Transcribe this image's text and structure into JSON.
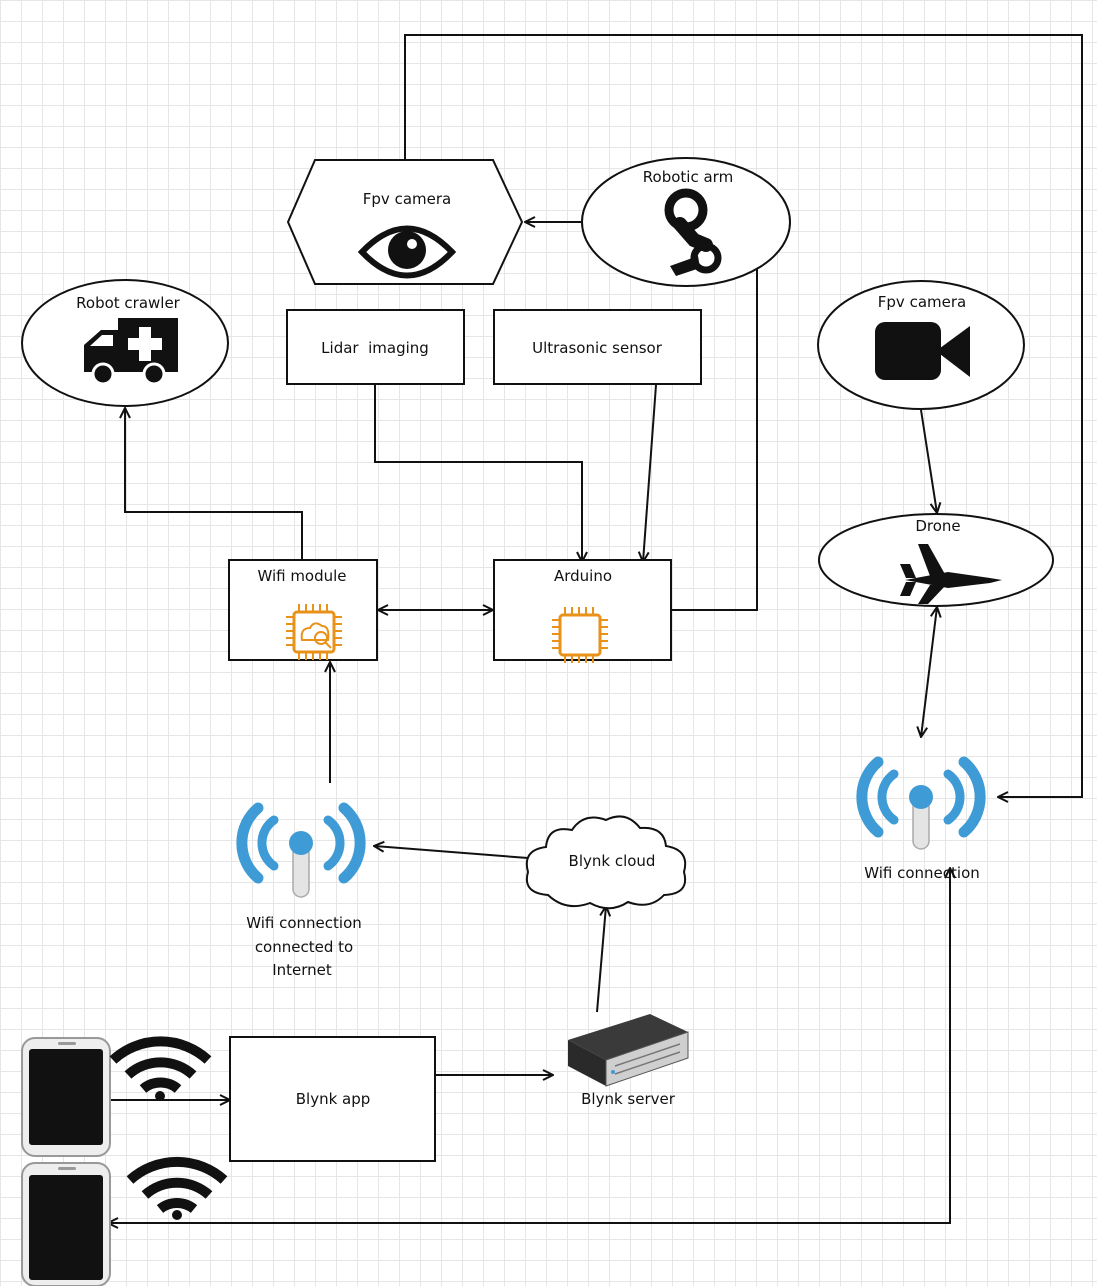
{
  "nodes": {
    "fpv_camera_top": "Fpv camera",
    "robotic_arm": "Robotic arm",
    "robot_crawler": "Robot crawler",
    "lidar": "Lidar  imaging",
    "ultrasonic": "Ultrasonic sensor",
    "fpv_camera_right": "Fpv camera",
    "drone": "Drone",
    "wifi_module": "Wifi module",
    "arduino": "Arduino",
    "wifi_internet": [
      "Wifi connection",
      "connected to",
      "Internet"
    ],
    "blynk_cloud": "Blynk cloud",
    "wifi_connection_right": "Wifi connection",
    "blynk_app": "Blynk app",
    "blynk_server": "Blynk server"
  },
  "icons": {
    "fpv_camera_top": "eye-icon",
    "robotic_arm": "robotic-arm-icon",
    "robot_crawler": "ambulance-icon",
    "fpv_camera_right": "video-camera-icon",
    "drone": "fighter-jet-icon",
    "wifi_module": "chip-cloud-icon",
    "arduino": "chip-icon",
    "wifi_internet": "wifi-antenna-icon",
    "wifi_connection_right": "wifi-antenna-icon",
    "blynk_server": "server-icon",
    "phones": "smartphone-icon",
    "wifi_signal": "wifi-signal-icon"
  },
  "colors": {
    "chip": "#e8921a",
    "antenna": "#3f9bd5",
    "line": "#111111"
  }
}
